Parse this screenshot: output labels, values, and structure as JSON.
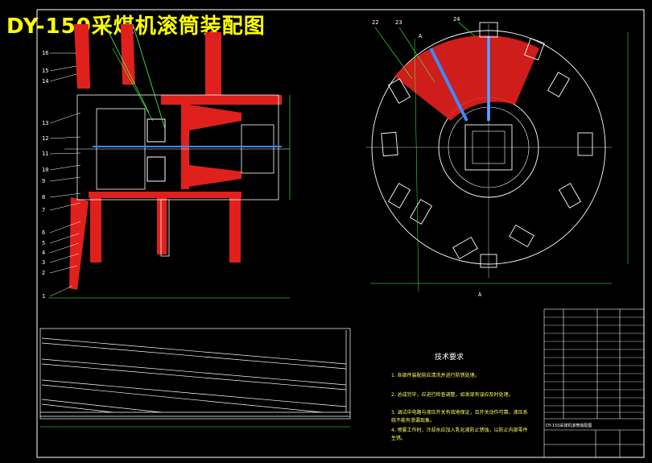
{
  "title": "DY-150采煤机滚筒装配图",
  "left_view": {
    "part_numbers": [
      "16",
      "15",
      "14",
      "13",
      "12",
      "11",
      "10",
      "9",
      "8",
      "7",
      "6",
      "5",
      "4",
      "3",
      "2",
      "1"
    ]
  },
  "right_view": {
    "callouts": [
      "22",
      "23",
      "24"
    ],
    "section_mark": "A"
  },
  "tech_requirements": {
    "heading": "技术要求",
    "notes": [
      "1. 各部件装配前应清洗并进行防锈处理。",
      "2. 总成完毕，应进行检查调整，如发现有误应及时处理。",
      "3. 调试中电路与液压开关有效地保证，且开关动作可靠，液压系统不能有渗漏现象。",
      "4. 喷雾工作时，冷却水应加入乳化液防止锈蚀，以防止内部零件生锈。"
    ]
  },
  "title_block": {
    "drawing_name": "DY-150采煤机滚筒装配图"
  },
  "colors": {
    "red": "#e0201c",
    "blue": "#3a8cff",
    "white": "#ffffff",
    "green": "#4cff4c",
    "yellow": "#ffff00"
  }
}
